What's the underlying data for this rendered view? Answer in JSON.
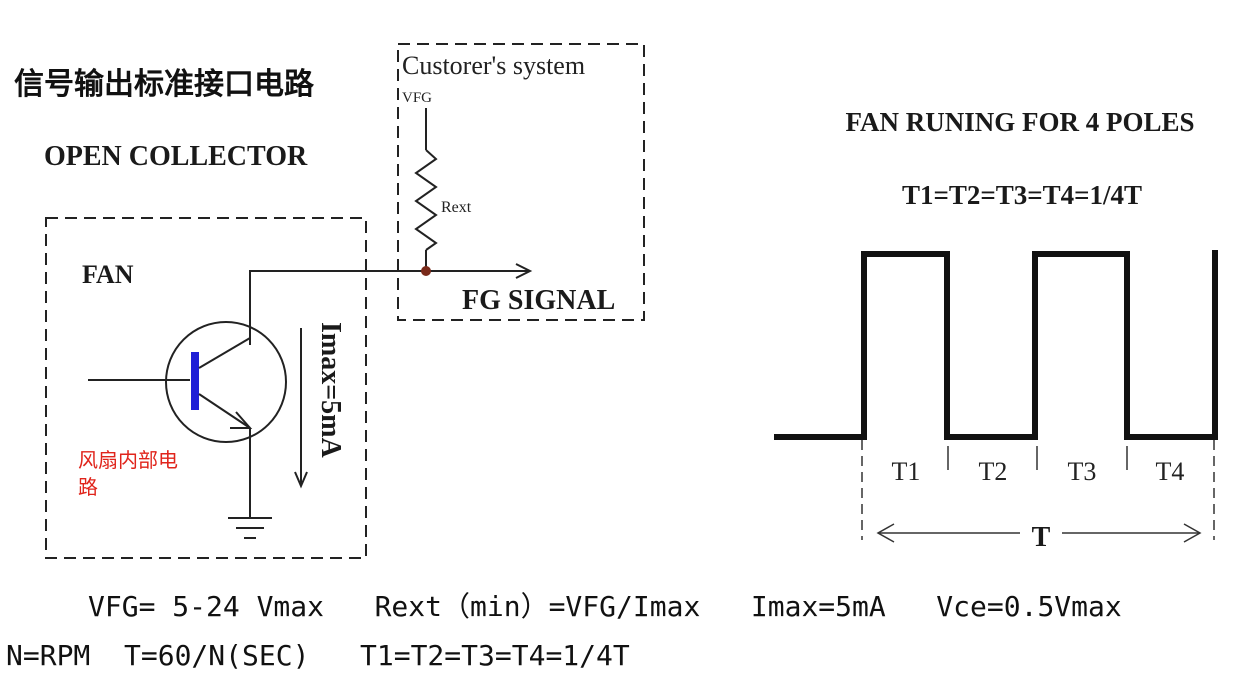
{
  "left": {
    "title_cn": "信号输出标准接口电路",
    "subtitle": "OPEN COLLECTOR",
    "fan_label": "FAN",
    "fan_internal_note_line1": "风扇内部电",
    "fan_internal_note_line2": "路",
    "imax_label": "Imax=5mA",
    "customer_label": "Custorer's system",
    "vfg_label": "VFG",
    "rext_label": "Rext",
    "fg_signal_label": "FG SIGNAL"
  },
  "right": {
    "title": "FAN RUNING FOR 4 POLES",
    "equation": "T1=T2=T3=T4=1/4T",
    "segments": [
      "T1",
      "T2",
      "T3",
      "T4"
    ],
    "period_label": "T",
    "waveform_levels": [
      0,
      1,
      0,
      1,
      0,
      1
    ]
  },
  "footer": {
    "line1": "VFG= 5-24 Vmax   Rext（min）=VFG/Imax   Imax=5mA   Vce=0.5Vmax",
    "line2": "N=RPM  T=60/N(SEC)   T1=T2=T3=T4=1/4T"
  },
  "colors": {
    "transistor_base": "#1f1fd6",
    "note_text": "#e0241b",
    "junction": "#7a2a1a"
  }
}
